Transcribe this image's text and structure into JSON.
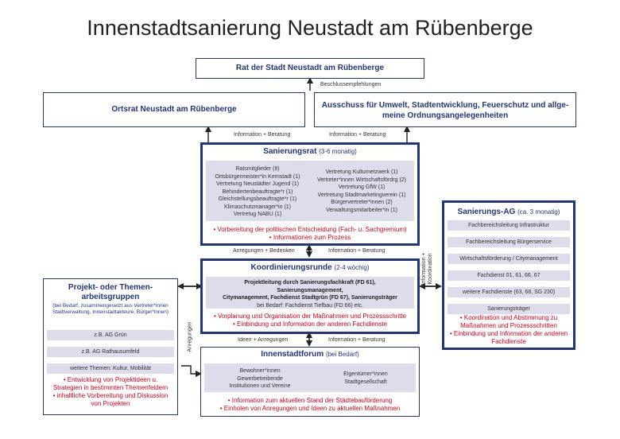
{
  "title": "Innenstadtsanierung Neustadt am Rübenberge",
  "rat": {
    "title": "Rat der Stadt Neustadt am Rübenberge"
  },
  "beschluss": "Beschlussempfehlungen",
  "ortsrat": {
    "title": "Ortsrat Neustadt am Rübenberge"
  },
  "ausschuss": {
    "line1": "Ausschuss für Umwelt, Stadtentwicklung, Feuerschutz und allge-",
    "line2": "meine Ordnungsangelegenheiten"
  },
  "info_beratung": "Information + Beratung",
  "anregungen_bedenken": "Anregungen + Bedenken",
  "ideen_anregungen": "Ideen + Anregungen",
  "info_koordination": "Information + Koordination",
  "anregungen": "Anregungen",
  "sanierungsrat": {
    "title": "Sanierungsrat",
    "sub": "(3-6 monatig)",
    "left": [
      "Ratsmitglieder (8)",
      "Ortsbürgermeister*in Kernstadt (1)",
      "Vertretung Neustädter Jugend (1)",
      "Behindertenbeauftragte*r (1)",
      "Gleichstellungsbeauftragte*r (1)",
      "Klimaschutzmanager*in (1)",
      "Vertretug NABU (1)"
    ],
    "right": [
      "Vertretung Kulturnetzwerk (1)",
      "Vertreter*innen Wirtschaftsfördrg (2)",
      "Vertretung GfW (1)",
      "Vertretung Stadtmarketingverein (1)",
      "Bürgervertreter*innen (2)",
      "Verwaltungsmitarbeiter*in (1)"
    ],
    "bullets": [
      "• Vorbereitung der politischen Entscheidung (Fach- u. Sachgremium)",
      "• Informationen zum Prozess"
    ]
  },
  "koordinierungsrunde": {
    "title": "Koordinierungsrunde",
    "sub": "(2-4 wöchig)",
    "members": [
      "Projektleitung durch Sanierungsfachkraft (FD 61),",
      "Sanierungsmanagement,",
      "Citymanagement, Fachdienst Stadtgrün (FD 67), Sanierungsträger"
    ],
    "extra": "bei Bedarf: Fachdienst Tiefbau (FD 66) etc.",
    "bullets": [
      "• Vorplanung und Organisation der Maßnahmen und Prozessschritte",
      "• Einbindung und Information der anderen Fachdienste"
    ]
  },
  "innenstadtforum": {
    "title": "Innenstadtforum",
    "sub": "(bei Bedarf)",
    "left": [
      "Bewohner*innen",
      "Gewerbetreibende",
      "Institutionen und Vereine"
    ],
    "right": [
      "Eigentümer*innen",
      "Stadtgesellschaft"
    ],
    "bullets": [
      "• Information zum aktuellen Stand der Städtebauförderung",
      "• Einholen von Anregungen und Ideen zu aktuellen Maßnahmen"
    ]
  },
  "sanierungsag": {
    "title": "Sanierungs-AG",
    "sub": "(ca. 3 monatig)",
    "rows": [
      "Fachbereichsleitung Infrastruktur",
      "Fachbereichsleitung Bürgerservice",
      "Wirtschaftsförderung / Citymanagement",
      "Fachdienst 01, 61, 66, 67",
      "weitere Fachdienste (63, 68, SG 230)",
      "Sanierungsträger"
    ],
    "bullets": [
      "• Koordination und Abstimmung zu",
      "Maßnahmen und Prozessschritten",
      "• Einbindung und Information der anderen",
      "Fachdienste"
    ]
  },
  "projekt": {
    "title1": "Projekt- oder Themen-",
    "title2": "arbeitsgruppen",
    "sub": "(bei Bedarf, zusammengesetzt aus Vertreter*innen Stadtverwaltung, Innenstadtakteure, Bürger*innen)",
    "rows": [
      "z.B. AG Grün",
      "z.B. AG Rathausumfeld",
      "weitere Themen: Kultur, Mobilität"
    ],
    "bullets": [
      "• Entwicklung von Projektideen u.",
      "Strategien in bestimmten Themenfeldern",
      "• inhaltliche Vorbereitung und Diskussion",
      "von Projekten"
    ]
  },
  "colors": {
    "accent": "#24357a",
    "red": "#d0021b",
    "grey": "#dcdcea"
  }
}
